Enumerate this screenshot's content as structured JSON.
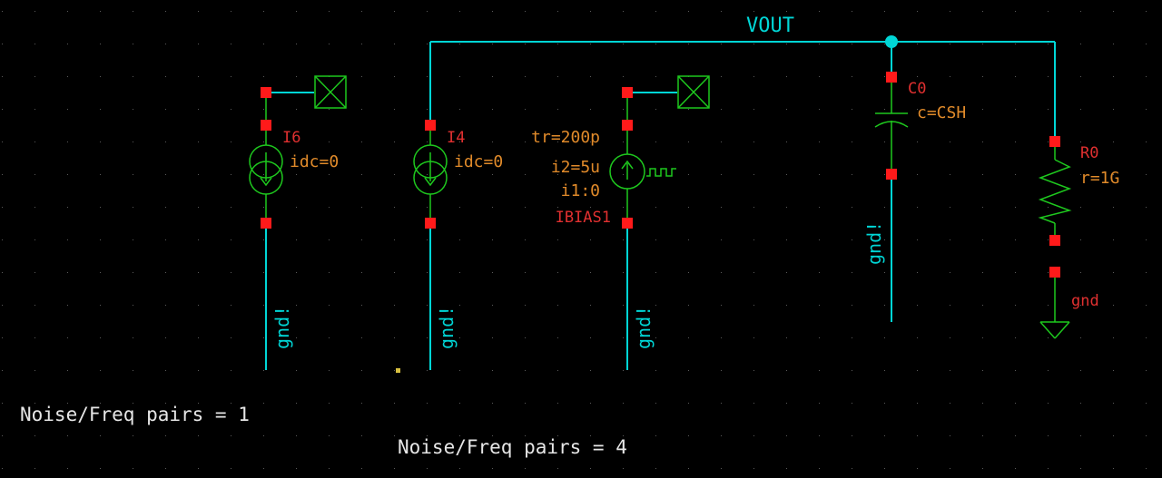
{
  "colors": {
    "background": "#000000",
    "wire": "#00d6d6",
    "symbol": "#1ec81e",
    "pin": "#ff1a1a",
    "instance_name": "#e03030",
    "parameter": "#e08a2a",
    "net_label": "#00d6d6",
    "text": "#e6e6e6",
    "grid_dot": "#c8c8c8"
  },
  "net_labels": {
    "vout": "VOUT",
    "gnd": "gnd!"
  },
  "instances": {
    "i6": {
      "name": "I6",
      "param": "idc=0"
    },
    "i4": {
      "name": "I4",
      "param": "idc=0"
    },
    "ibias1": {
      "name": "IBIAS1",
      "param_tr": "tr=200p",
      "param_i2": "i2=5u",
      "param_i1": "i1:0"
    },
    "c0": {
      "name": "C0",
      "param": "c=CSH"
    },
    "r0": {
      "name": "R0",
      "param": "r=1G",
      "gnd_label": "gnd"
    }
  },
  "notes": {
    "note1": "Noise/Freq pairs = 1",
    "note2": "Noise/Freq pairs = 4"
  },
  "icons": [
    "noconn-icon",
    "dc-current-source-icon",
    "pulse-current-source-icon",
    "capacitor-icon",
    "resistor-icon",
    "ground-icon"
  ]
}
